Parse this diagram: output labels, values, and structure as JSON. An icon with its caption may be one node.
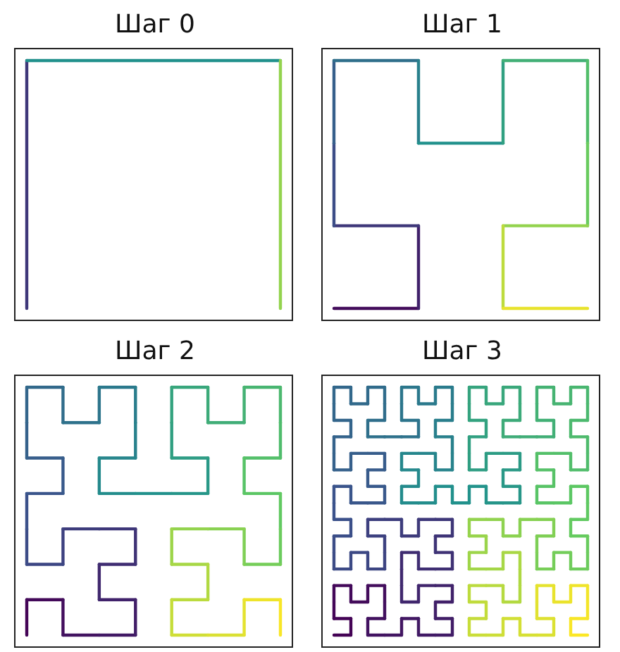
{
  "diagram": {
    "nodes": [
      {
        "text": [
          "Шаг 0"
        ]
      },
      {
        "text": [
          "Шаг 1"
        ]
      },
      {
        "text": [
          "Шаг 2"
        ]
      },
      {
        "text": [
          "Шаг 3"
        ]
      }
    ]
  }
}
